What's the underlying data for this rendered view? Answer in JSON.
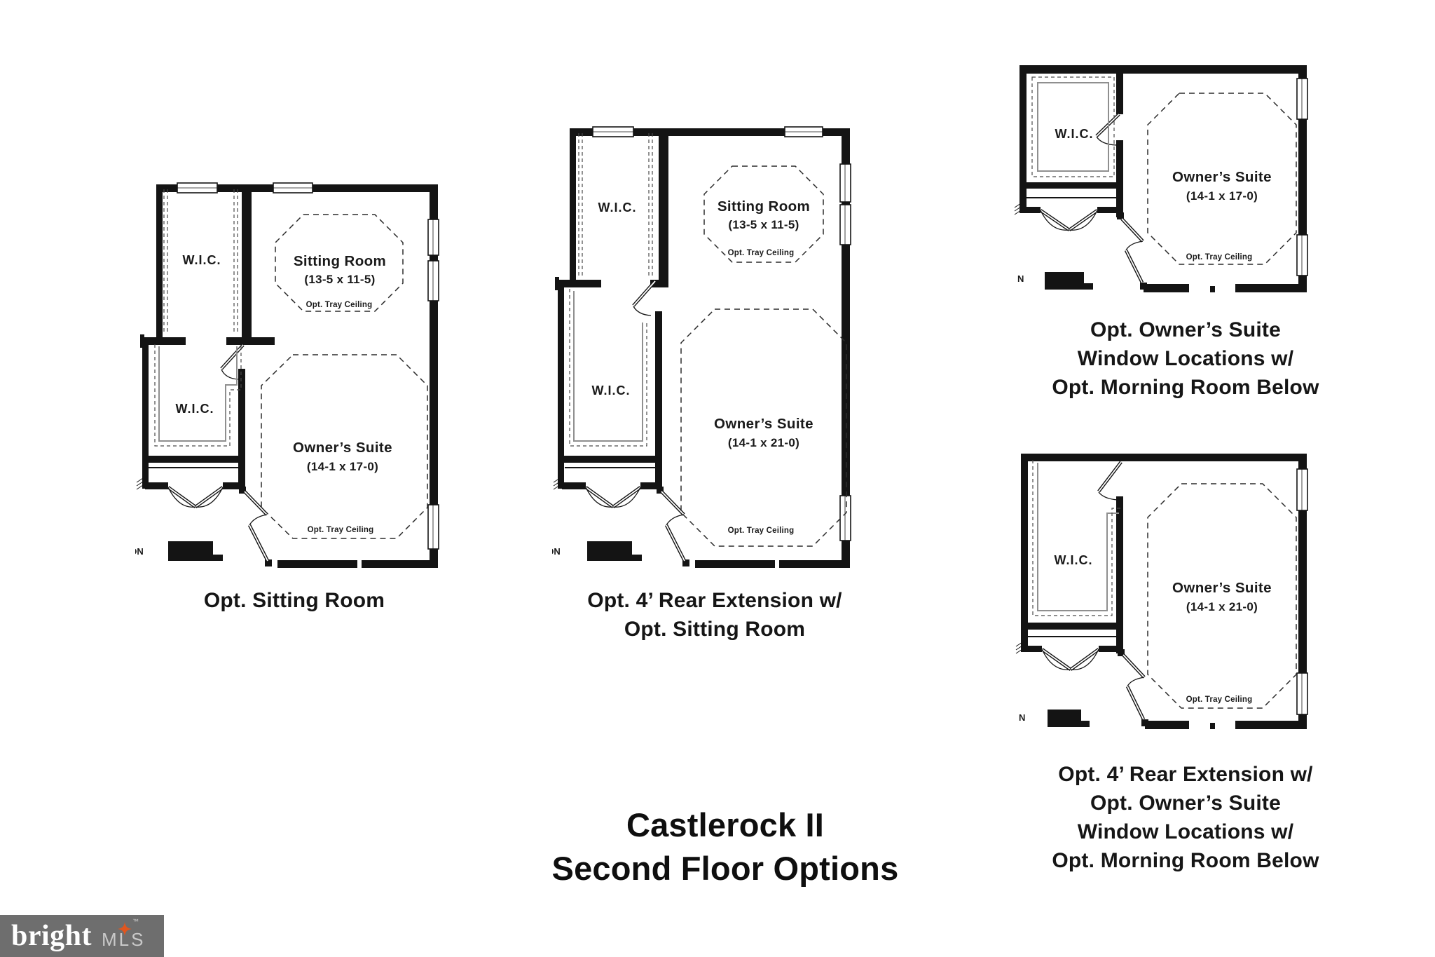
{
  "title": {
    "line1": "Castlerock II",
    "line2": "Second Floor Options"
  },
  "captions": {
    "plan1": [
      "Opt. Sitting Room"
    ],
    "plan2": [
      "Opt. 4’ Rear Extension w/",
      "Opt. Sitting Room"
    ],
    "plan3": [
      "Opt. Owner’s Suite",
      "Window Locations w/",
      "Opt. Morning Room Below"
    ],
    "plan4": [
      "Opt. 4’ Rear Extension w/",
      "Opt. Owner’s Suite",
      "Window Locations w/",
      "Opt. Morning Room Below"
    ]
  },
  "labels": {
    "wic": "W.I.C.",
    "tray_ceiling": "Opt. Tray Ceiling",
    "stairs_dn": "DN",
    "stairs_n": "N"
  },
  "rooms": {
    "sitting": {
      "name": "Sitting Room",
      "dims": "(13-5 x 11-5)"
    },
    "owners_17": {
      "name": "Owner’s Suite",
      "dims": "(14-1 x 17-0)"
    },
    "owners_21": {
      "name": "Owner’s Suite",
      "dims": "(14-1 x 21-0)"
    }
  },
  "logo": {
    "brand": "bright",
    "mls": "MLS",
    "tm": "™"
  },
  "colors": {
    "wall": "#141414",
    "shelf_gray": "#8f8f8f",
    "logo_bg": "#6e6e6e",
    "logo_star": "#e0561f",
    "logo_mls_text": "#c9c9c9"
  }
}
